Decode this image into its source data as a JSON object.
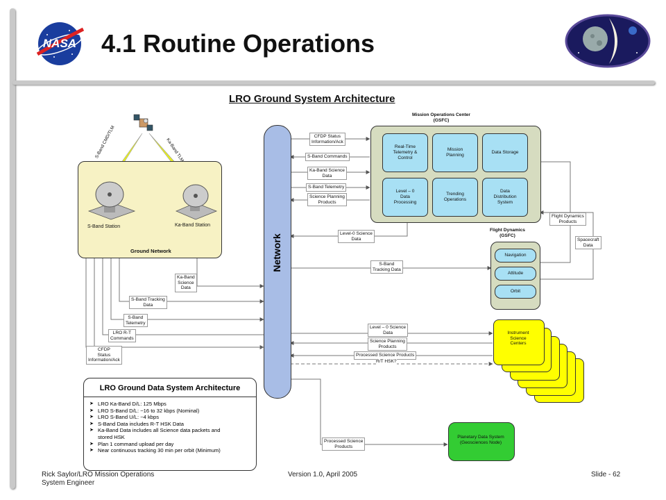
{
  "slide": {
    "title": "4.1 Routine Operations",
    "subtitle": "LRO Ground System Architecture",
    "footer_left_line1": "Rick Saylor/LRO Mission Operations",
    "footer_left_line2": "System Engineer",
    "footer_center": "Version 1.0, April 2005",
    "footer_right": "Slide - 62"
  },
  "logos": {
    "nasa_text": "NASA"
  },
  "network": {
    "label": "Network",
    "color": "#a8bde6"
  },
  "ground_network": {
    "label": "Ground Network",
    "color": "#f7f2c4",
    "s_band_station": "S-Band Station",
    "ka_band_station": "Ka-Band Station",
    "s_band_link": "S-Band CMD/TLM",
    "ka_band_link": "Ka-Band TLM"
  },
  "moc": {
    "title_line1": "Mission Operations Center",
    "title_line2": "(GSFC)",
    "color": "#d6dcc0",
    "modules": [
      [
        "Real-Time",
        "Telemetry &",
        "Control"
      ],
      [
        "Mission",
        "Planning"
      ],
      [
        "Data Storage"
      ],
      [
        "Level – 0",
        "Data",
        "Processing"
      ],
      [
        "Trending",
        "Operations"
      ],
      [
        "Data",
        "Distribution",
        "System"
      ]
    ]
  },
  "flight_dynamics": {
    "title_line1": "Flight Dynamics",
    "title_line2": "(GSFC)",
    "modules": [
      "Navigation",
      "Attitude",
      "Orbit"
    ]
  },
  "science_centers": {
    "label_line1": "Instrument",
    "label_line2": "Science",
    "label_line3": "Centers",
    "color": "#ffff00"
  },
  "pds": {
    "label_line1": "Planetary Data System",
    "label_line2": "(Geosciences Node)",
    "color": "#33cc33"
  },
  "flow_labels": {
    "cfdp_status_moc": [
      "CFDP Status",
      "Information/Ack"
    ],
    "s_band_commands": [
      "S-Band Commands"
    ],
    "ka_band_science_moc": [
      "Ka-Band Science",
      "Data"
    ],
    "s_band_telemetry_moc": [
      "S-Band Telemetry"
    ],
    "science_planning_moc": [
      "Science Planning",
      "Products"
    ],
    "level0_moc": [
      "Level-0 Science",
      "Data"
    ],
    "s_band_tracking_fd": [
      "S-Band",
      "Tracking Data"
    ],
    "fd_products": [
      "Flight Dynamics",
      "Products"
    ],
    "spacecraft_data": [
      "Spacecraft",
      "Data"
    ],
    "ka_band_science_gn": [
      "Ka-Band",
      "Science",
      "Data"
    ],
    "s_band_tracking_gn": [
      "S-Band Tracking",
      "Data"
    ],
    "s_band_telemetry_gn": [
      "S-Band",
      "Telemetry"
    ],
    "lro_rt_commands": [
      "LRO R-T",
      "Commands"
    ],
    "cfdp_status_gn": [
      "CFDP",
      "Status",
      "Information/Ack"
    ],
    "level0_isc": [
      "Level – 0 Science",
      "Data"
    ],
    "science_planning_isc": [
      "Science Planning",
      "Products"
    ],
    "processed_science_isc": [
      "Processed Science Products"
    ],
    "rt_hsk": [
      "R/T HSK?"
    ],
    "processed_science_pds": [
      "Processed Science",
      "Products"
    ]
  },
  "gds_summary": {
    "title": "LRO Ground Data System Architecture",
    "items": [
      "LRO Ka-Band D/L: 125 Mbps",
      "LRO S-Band D/L: ~16 to 32 kbps (Nominal)",
      "LRO S-Band U/L: ~4 kbps",
      "S-Band Data includes R-T HSK Data",
      "Ka-Band Data includes all Science data packets and",
      "stored HSK",
      "Plan 1 command upload per day",
      "Near continuous tracking 30 min per orbit (Minimum)"
    ]
  }
}
